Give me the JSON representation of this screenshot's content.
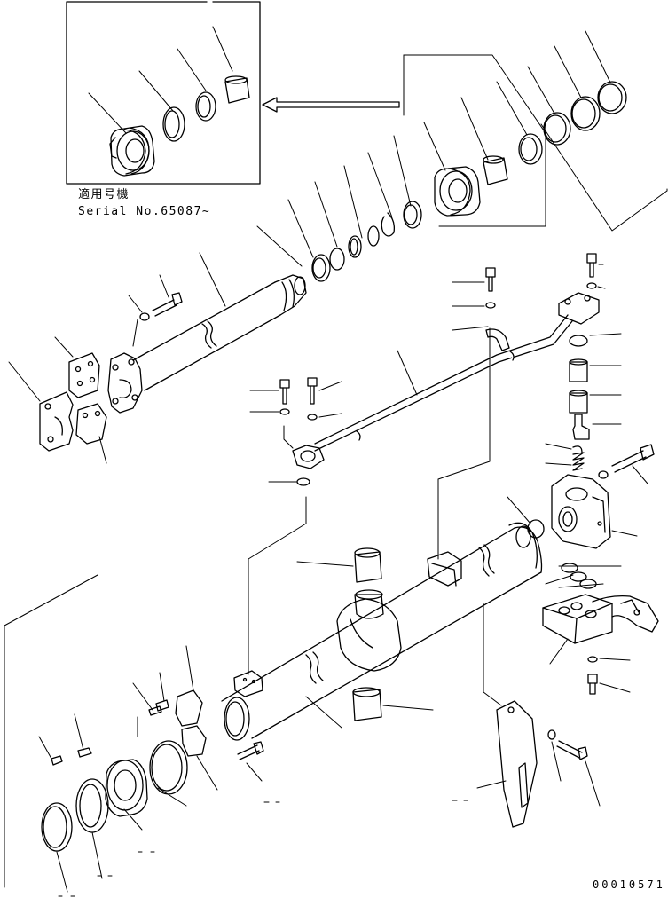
{
  "inset": {
    "caption_line1": "適用号機",
    "caption_line2": "Serial No.65087~"
  },
  "drawing_number": "00010571",
  "colors": {
    "line": "#000000",
    "background": "#ffffff"
  }
}
